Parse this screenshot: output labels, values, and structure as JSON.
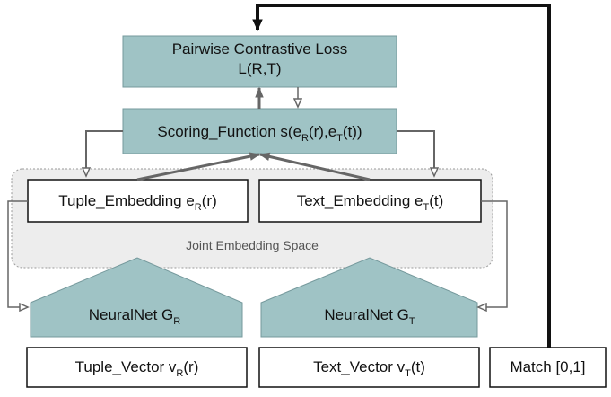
{
  "colors": {
    "node_fill": "#9fc3c5",
    "node_stroke": "#75999c",
    "space_fill": "#ededed",
    "space_stroke": "#999999",
    "arrow_dark": "#111111",
    "arrow_gray": "#666666"
  },
  "loss": {
    "title": "Pairwise Contrastive Loss",
    "formula": "L(R,T)"
  },
  "scoring": {
    "prefix": "Scoring_Function s(e",
    "sub_r": "R",
    "mid": "(r),e",
    "sub_t": "T",
    "suffix": "(t))"
  },
  "joint_space": {
    "label": "Joint Embedding Space"
  },
  "tuple_embedding": {
    "prefix": "Tuple_Embedding e",
    "sub": "R",
    "suffix": "(r)"
  },
  "text_embedding": {
    "prefix": "Text_Embedding e",
    "sub": "T",
    "suffix": "(t)"
  },
  "nn_r": {
    "prefix": "NeuralNet G",
    "sub": "R"
  },
  "nn_t": {
    "prefix": "NeuralNet G",
    "sub": "T"
  },
  "tuple_vector": {
    "prefix": "Tuple_Vector v",
    "sub": "R",
    "suffix": "(r)"
  },
  "text_vector": {
    "prefix": "Text_Vector v",
    "sub": "T",
    "suffix": "(t)"
  },
  "match": {
    "label": "Match [0,1]"
  }
}
